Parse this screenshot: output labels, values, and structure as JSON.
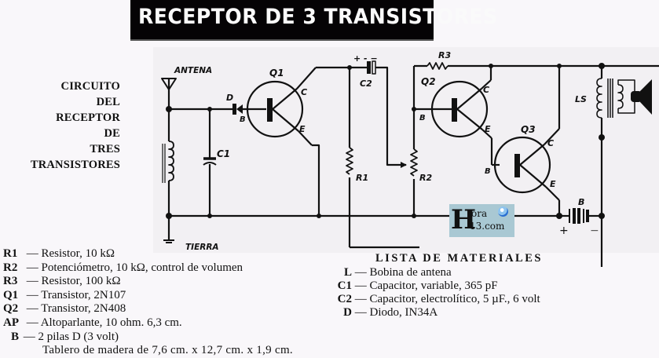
{
  "title": "RECEPTOR DE 3 TRANSISTORES",
  "side_caption": [
    "CIRCUITO",
    "DEL",
    "RECEPTOR",
    "DE",
    "TRES",
    "TRANSISTORES"
  ],
  "schematic": {
    "labels": {
      "antenna": "ANTENA",
      "ground": "TIERRA",
      "diode": "D",
      "q1": "Q1",
      "q2": "Q2",
      "q3": "Q3",
      "c1": "C1",
      "c2": "C2",
      "r1": "R1",
      "r2": "R2",
      "r3": "R3",
      "speaker": "LS",
      "battery": "B",
      "base": "B",
      "collector": "C",
      "emitter": "E",
      "plus": "+",
      "minus": "−",
      "c2_polarity": "+ - −"
    }
  },
  "parts_left": [
    {
      "code": "R1",
      "desc": "Resistor,  10 kΩ"
    },
    {
      "code": "R2",
      "desc": "Potenciómetro,  10 kΩ,  control  de  volumen"
    },
    {
      "code": "R3",
      "desc": "Resistor,  100 kΩ"
    },
    {
      "code": "Q1",
      "desc": "Transistor,  2N107"
    },
    {
      "code": "Q2",
      "desc": "Transistor,  2N408"
    },
    {
      "code": "AP",
      "desc": "Altoparlante,  10 ohm.  6,3 cm."
    },
    {
      "code": "B",
      "desc": "2  pilas  D  (3  volt)"
    }
  ],
  "parts_note": "Tablero de madera de 7,6 cm. x 12,7 cm. x 1,9 cm.",
  "parts_right": {
    "heading": "LISTA  DE  MATERIALES",
    "items": [
      {
        "code": "L",
        "desc": "Bobina  de  antena"
      },
      {
        "code": "C1",
        "desc": "Capacitor,  variable,  365 pF"
      },
      {
        "code": "C2",
        "desc": "Capacitor,  electrolítico,  5 µF.,  6  volt"
      },
      {
        "code": "D",
        "desc": "Diodo,  IN34A"
      }
    ]
  },
  "watermark": {
    "line1": "ora",
    "line2": "13.com",
    "glyph": "H"
  },
  "separator": "—"
}
